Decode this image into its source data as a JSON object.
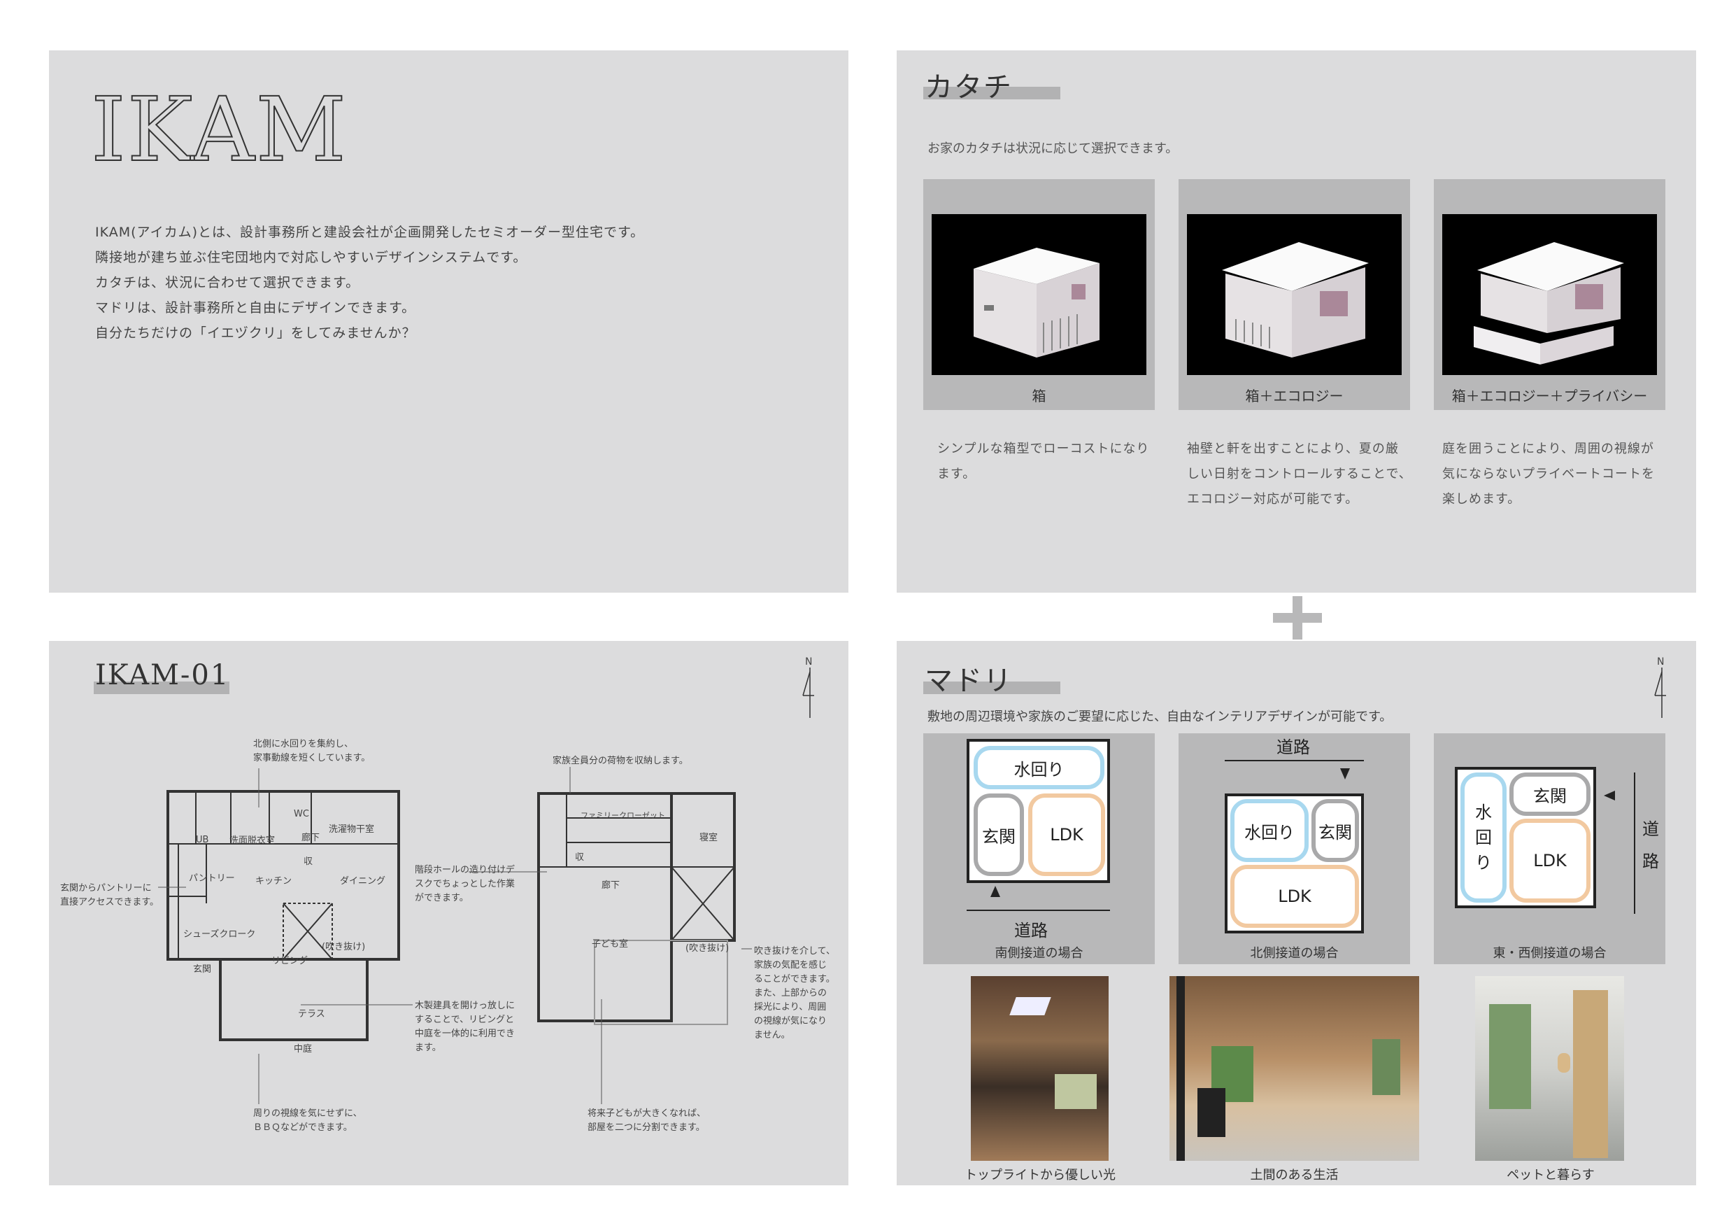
{
  "intro": {
    "logo": "IKAM",
    "lines": [
      "IKAM(アイカム)とは、設計事務所と建設会社が企画開発したセミオーダー型住宅です。",
      "隣接地が建ち並ぶ住宅団地内で対応しやすいデザインシステムです。",
      "カタチは、状況に合わせて選択できます。",
      "マドリは、設計事務所と自由にデザインできます。",
      "自分たちだけの「イエヅクリ」をしてみませんか？"
    ]
  },
  "katachi": {
    "title": "カタチ",
    "subtitle": "お家のカタチは状況に応じて選択できます。",
    "options": [
      {
        "caption": "箱",
        "desc": [
          "シンプルな箱型でローコストになり",
          "ます。"
        ]
      },
      {
        "caption": "箱＋エコロジー",
        "desc": [
          "袖壁と軒を出すことにより、夏の厳",
          "しい日射をコントロールすることで、",
          "エコロジー対応が可能です。"
        ]
      },
      {
        "caption": "箱＋エコロジー＋プライバシー",
        "desc": [
          "庭を囲うことにより、周囲の視線が",
          "気にならないプライベートコートを",
          "楽しめます。"
        ]
      }
    ]
  },
  "plus_sign": "+",
  "plan": {
    "title": "IKAM-01",
    "north": "N",
    "notes": [
      "北側に水回りを集約し、\n家事動線を短くしています。",
      "玄関からパントリーに\n直接アクセスできます。",
      "階段ホールの造り付けデ\nスクでちょっとした作業\nができます。",
      "木製建具を開けっ放しに\nすることで、リビングと\n中庭を一体的に利用でき\nます。",
      "周りの視線を気にせずに、\nＢＢＱなどができます。",
      "家族全員分の荷物を収納します。",
      "吹き抜けを介して、\n家族の気配を感じ\nることができます。\nまた、上部からの\n採光により、周囲\nの視線が気になり\nません。",
      "将来子どもが大きくなれば、\n部屋を二つに分割できます。"
    ],
    "rooms_1f": [
      "UB",
      "洗面脱衣室",
      "WC",
      "洗濯物干室",
      "廊下",
      "パントリー",
      "キッチン",
      "ダイニング",
      "シューズクローク",
      "玄関",
      "リビング",
      "(吹き抜け)",
      "テラス",
      "中庭",
      "収"
    ],
    "rooms_2f": [
      "ファミリークローゼット",
      "寝室",
      "収",
      "廊下",
      "子ども室",
      "(吹き抜け)"
    ]
  },
  "madori": {
    "title": "マドリ",
    "subtitle": "敷地の周辺環境や家族のご要望に応じた、自由なインテリアデザインが可能です。",
    "north": "N",
    "road": "道路",
    "rooms": {
      "water": "水回り",
      "entrance": "玄関",
      "ldk": "LDK",
      "water_v": [
        "水",
        "回",
        "り"
      ],
      "road_v": [
        "道",
        "路"
      ]
    },
    "diagrams": [
      "南側接道の場合",
      "北側接道の場合",
      "東・西側接道の場合"
    ],
    "photos": [
      "トップライトから優しい光",
      "土間のある生活",
      "ペットと暮らす"
    ]
  },
  "colors": {
    "panel": "#dcdcdd",
    "water": "#a8d8ef",
    "entrance": "#a9a9aa",
    "ldk": "#f2c9a0"
  }
}
